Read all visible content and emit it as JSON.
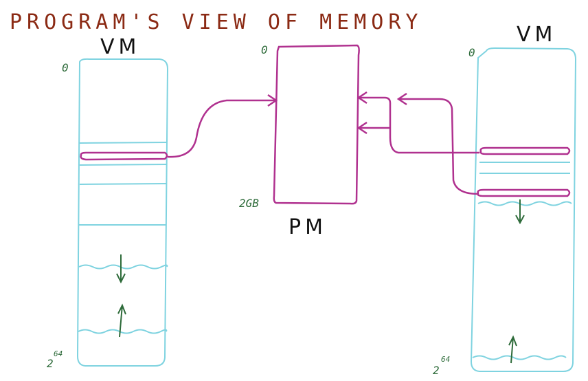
{
  "title": "PROGRAM'S VIEW OF MEMORY",
  "left_vm": {
    "label": "VM",
    "top_addr": "0",
    "bottom_addr_base": "2",
    "bottom_addr_exp": "64"
  },
  "pm": {
    "label": "PM",
    "top_addr": "0",
    "bottom_addr": "2GB"
  },
  "right_vm": {
    "label": "VM",
    "top_addr": "0",
    "bottom_addr_base": "2",
    "bottom_addr_exp": "64"
  },
  "colors": {
    "title": "#8b2a14",
    "vm": "#7fd3e0",
    "mapping": "#b0318f",
    "annotation": "#2e6b3a"
  }
}
